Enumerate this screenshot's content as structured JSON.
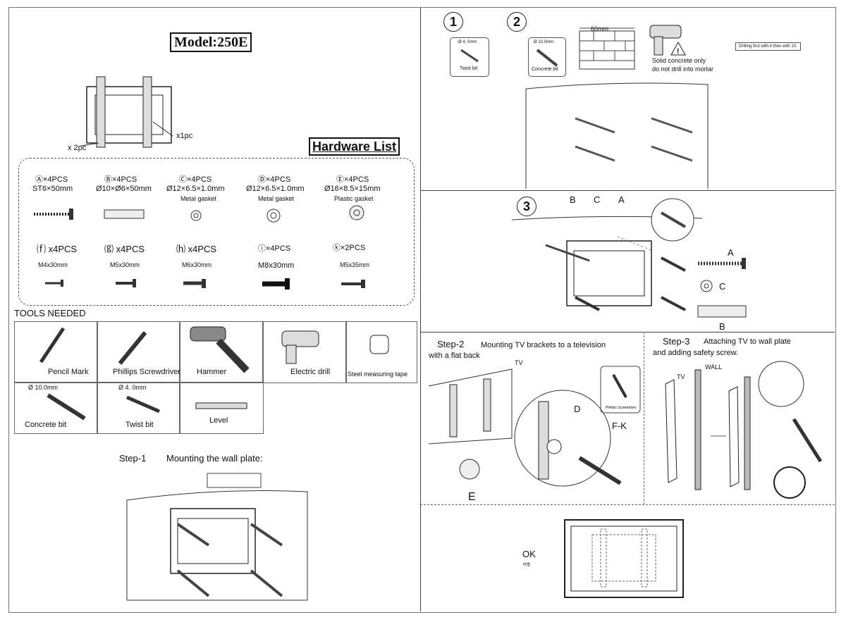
{
  "model": "Model:250E",
  "bracket": {
    "x1pc": "x1pc",
    "x2pc": "x 2pc"
  },
  "hardware_title": "Hardware List",
  "hardware_row1": [
    {
      "code": "Ⓐ×4PCS",
      "spec": "ST6×50mm",
      "note": ""
    },
    {
      "code": "Ⓑ×4PCS",
      "spec": "Ø10×Ø6×50mm",
      "note": ""
    },
    {
      "code": "Ⓒ×4PCS",
      "spec": "Ø12×6.5×1.0mm",
      "note": "Metal gasket"
    },
    {
      "code": "Ⓓ×4PCS",
      "spec": "Ø12×6.5×1.0mm",
      "note": "Metal gasket"
    },
    {
      "code": "Ⓔ×4PCS",
      "spec": "Ø16×8.5×15mm",
      "note": "Plastic gasket"
    }
  ],
  "hardware_row2": [
    {
      "letter": "F",
      "qty": "x4PCS",
      "spec": "M4x30mm"
    },
    {
      "letter": "G",
      "qty": "x4PCS",
      "spec": "M5x30mm"
    },
    {
      "letter": "H",
      "qty": "x4PCS",
      "spec": "M6x30mm"
    },
    {
      "letter": "I",
      "qty": "×4PCS",
      "spec": "M8x30mm"
    },
    {
      "letter": "K",
      "qty": "×2PCS",
      "spec": "M5x35mm"
    }
  ],
  "tools_title": "TOOLS NEEDED",
  "tools": [
    "Pencil Mark",
    "Phillips Screwdriver",
    "Hammer",
    "Electric drill",
    "Steel measuring tape",
    "Concrete bit",
    "Twist bit",
    "Level"
  ],
  "tool_dims": {
    "concrete": "Ø 10.0mm",
    "twist": "Ø 4. 0mm"
  },
  "step1": {
    "label": "Step-1",
    "text": "Mounting the wall plate:"
  },
  "top_right": {
    "n1": "1",
    "n2": "2",
    "twist_bit": "Twist bit",
    "twist_dim": "Ø 4. 0mm",
    "concrete_bit": "Concrete bit",
    "concrete_dim": "Ø 10.0mm",
    "dim": "60mm",
    "warn1": "Solid concrete only",
    "warn2": "do not drill into mortar",
    "note": "Drilling first with 4 then with 10."
  },
  "step3_panel": {
    "n": "3",
    "a": "A",
    "b": "B",
    "c": "C"
  },
  "step2": {
    "label": "Step-2",
    "text": "Mounting TV brackets to a television",
    "text2": "with a flat back",
    "tv": "TV",
    "d": "D",
    "fk": "F-K",
    "e": "E",
    "tool": "Phillips Screwdriver"
  },
  "step3": {
    "label": "Step-3",
    "text": "Attaching TV to wall plate",
    "text2": "and adding safety screw.",
    "tv": "TV",
    "wall": "WALL"
  },
  "ok": "OK"
}
